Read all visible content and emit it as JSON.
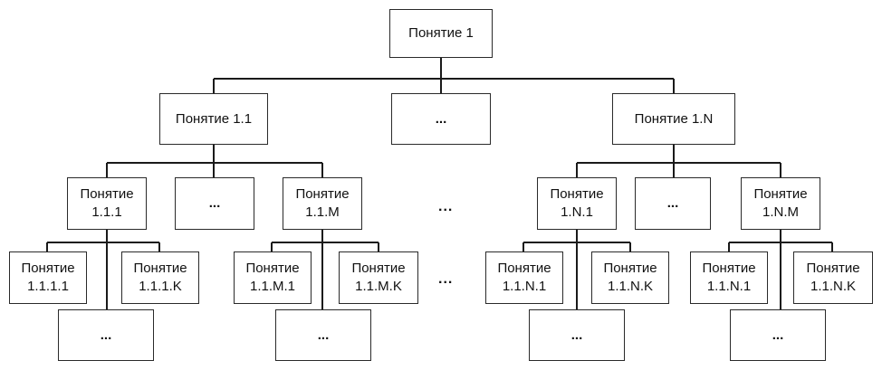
{
  "nodes": {
    "root": {
      "line1": "Понятие 1",
      "line2": ""
    },
    "n1_1": {
      "line1": "Понятие 1.1",
      "line2": ""
    },
    "n1_mid": {
      "line1": "...",
      "line2": ""
    },
    "n1_N": {
      "line1": "Понятие 1.N",
      "line2": ""
    },
    "n1_1_1": {
      "line1": "Понятие",
      "line2": "1.1.1"
    },
    "n1_1_mid": {
      "line1": "...",
      "line2": ""
    },
    "n1_1_M": {
      "line1": "Понятие",
      "line2": "1.1.M"
    },
    "n1_N_1": {
      "line1": "Понятие",
      "line2": "1.N.1"
    },
    "n1_N_mid": {
      "line1": "...",
      "line2": ""
    },
    "n1_N_M": {
      "line1": "Понятие",
      "line2": "1.N.M"
    },
    "n1_1_1_1": {
      "line1": "Понятие",
      "line2": "1.1.1.1"
    },
    "n1_1_1_K": {
      "line1": "Понятие",
      "line2": "1.1.1.K"
    },
    "n1_1_1_mid": {
      "line1": "...",
      "line2": ""
    },
    "n1_1_M_1": {
      "line1": "Понятие",
      "line2": "1.1.M.1"
    },
    "n1_1_M_K": {
      "line1": "Понятие",
      "line2": "1.1.M.K"
    },
    "n1_1_M_mid": {
      "line1": "...",
      "line2": ""
    },
    "n1_N_1_1": {
      "line1": "Понятие",
      "line2": "1.1.N.1"
    },
    "n1_N_1_K": {
      "line1": "Понятие",
      "line2": "1.1.N.K"
    },
    "n1_N_1_mid": {
      "line1": "...",
      "line2": ""
    },
    "n1_N_M_1": {
      "line1": "Понятие",
      "line2": "1.1.N.1"
    },
    "n1_N_M_K": {
      "line1": "Понятие",
      "line2": "1.1.N.K"
    },
    "n1_N_M_mid": {
      "line1": "...",
      "line2": ""
    }
  },
  "gaps": {
    "level2": "...",
    "level3": "..."
  }
}
